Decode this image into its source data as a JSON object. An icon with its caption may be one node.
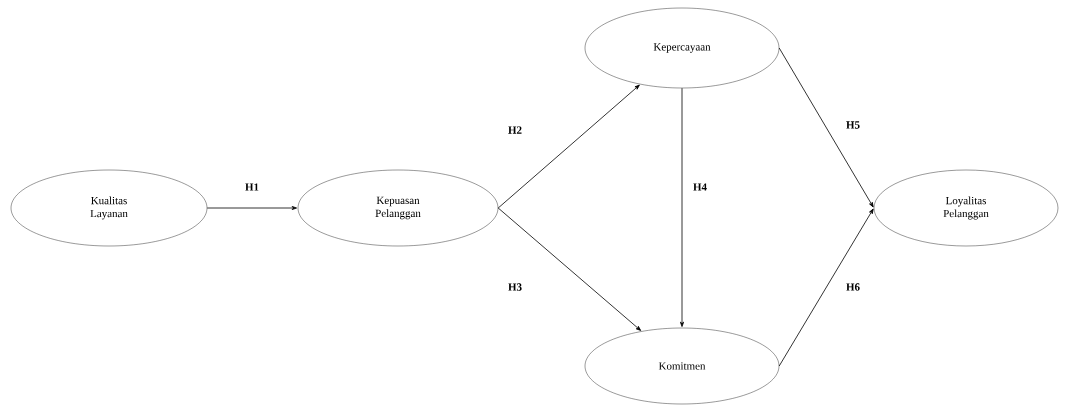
{
  "diagram": {
    "nodes": [
      {
        "text": [
          "Kualitas Layanan"
        ]
      },
      {
        "text": [
          "Kepuasan Pelanggan"
        ]
      },
      {
        "text": [
          "Kepercayaan"
        ]
      },
      {
        "text": [
          "Komitmen"
        ]
      },
      {
        "text": [
          "Loyalitas Pelanggan"
        ]
      }
    ],
    "edges": [
      {
        "from": 0,
        "to": 1,
        "arrow": "to",
        "label": "H1"
      },
      {
        "from": 1,
        "to": 2,
        "arrow": "to",
        "label": "H2"
      },
      {
        "from": 1,
        "to": 3,
        "arrow": "to",
        "label": "H3"
      },
      {
        "from": 2,
        "to": 3,
        "arrow": "to",
        "label": "H4"
      },
      {
        "from": 2,
        "to": 4,
        "arrow": "to",
        "label": "H5"
      },
      {
        "from": 3,
        "to": 4,
        "arrow": "to",
        "label": "H6"
      }
    ]
  }
}
